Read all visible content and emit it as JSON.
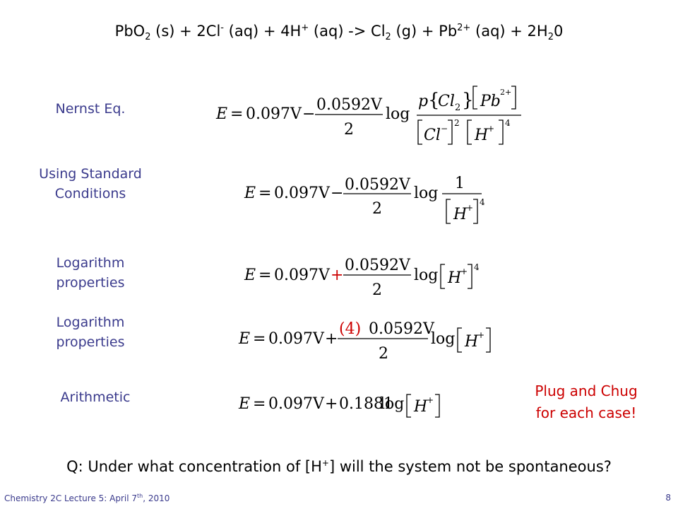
{
  "title": {
    "parts": [
      "PbO",
      "2",
      " (s) + 2Cl",
      "-",
      " (aq) + 4H",
      "+",
      " (aq) -> Cl",
      "2",
      " (g) + Pb",
      "2+",
      " (aq) + 2H",
      "2",
      "0"
    ]
  },
  "steps": [
    {
      "label": "Nernst Eq."
    },
    {
      "label": "Using Standard\nConditions"
    },
    {
      "label": "Logarithm\nproperties"
    },
    {
      "label": "Logarithm\nproperties"
    },
    {
      "label": "Arithmetic"
    }
  ],
  "equations": {
    "e": "E",
    "eq": "=",
    "e0": "0.097V",
    "minus": "−",
    "plus": "+",
    "coeff": "0.0592V",
    "two": "2",
    "log": "log",
    "p": "p",
    "cl2": "Cl",
    "sub2": "2",
    "pb": "Pb",
    "pb_charge": "2+",
    "cl": "Cl",
    "cl_charge": "−",
    "h": "H",
    "h_charge": "+",
    "exp2": "2",
    "exp4": "4",
    "one": "1",
    "four": "(4)",
    "combined": "0.1881"
  },
  "note": "Plug and Chug\nfor each case!",
  "question": {
    "before": "Q: Under what concentration of [H",
    "sup": "+",
    "after": "] will the system not be spontaneous?"
  },
  "footer": {
    "lecture_before": "Chemistry 2C Lecture 5: April 7",
    "lecture_sup": "th",
    "lecture_after": ", 2010",
    "page": "8"
  },
  "colors": {
    "label": "#3a3a8c",
    "highlight": "#cc0000"
  }
}
